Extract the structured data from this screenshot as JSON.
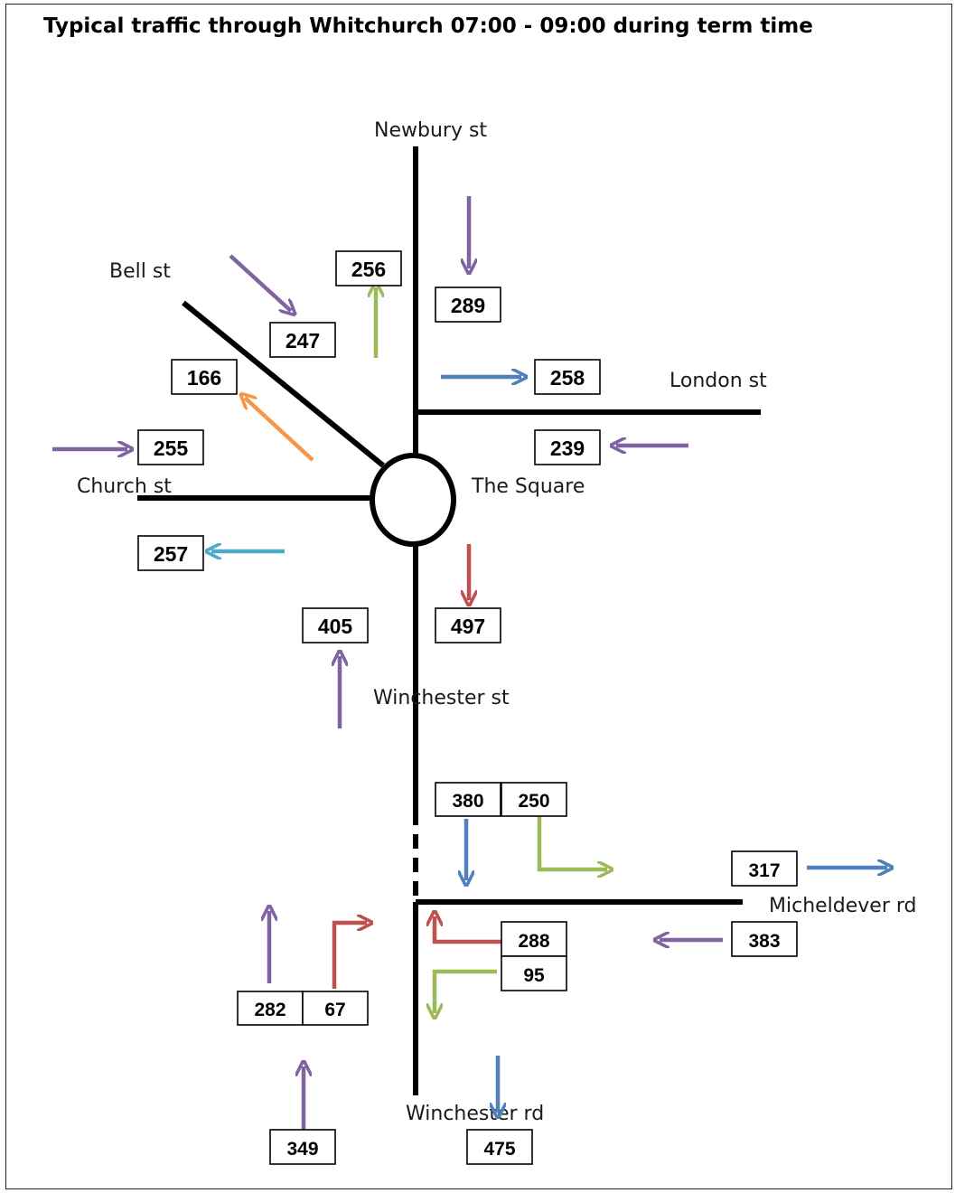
{
  "title": "Typical traffic through Whitchurch 07:00 - 09:00 during term time",
  "roads": {
    "newbury": "Newbury st",
    "bell": "Bell st",
    "london": "London st",
    "church": "Church st",
    "square": "The Square",
    "winchester_st": "Winchester st",
    "micheldever": "Micheldever rd",
    "winchester_rd": "Winchester rd"
  },
  "counts": {
    "newbury_in": "289",
    "newbury_out": "256",
    "bell_in": "247",
    "bell_out": "166",
    "london_out": "258",
    "london_in": "239",
    "church_in": "255",
    "church_out": "257",
    "square_south": "497",
    "square_north": "405",
    "jn_south_straight": "380",
    "jn_south_left": "250",
    "micheldever_out": "317",
    "micheldever_in": "383",
    "jn_mich_to_north": "288",
    "jn_mich_to_south": "95",
    "jn_north_straight": "282",
    "jn_north_right": "67",
    "winchester_rd_in": "349",
    "winchester_rd_out": "475"
  },
  "colors": {
    "purple": "#8064a2",
    "green": "#9bbb59",
    "blue": "#4f81bd",
    "orange": "#f79646",
    "red": "#c0504d",
    "teal": "#4bacc6"
  }
}
